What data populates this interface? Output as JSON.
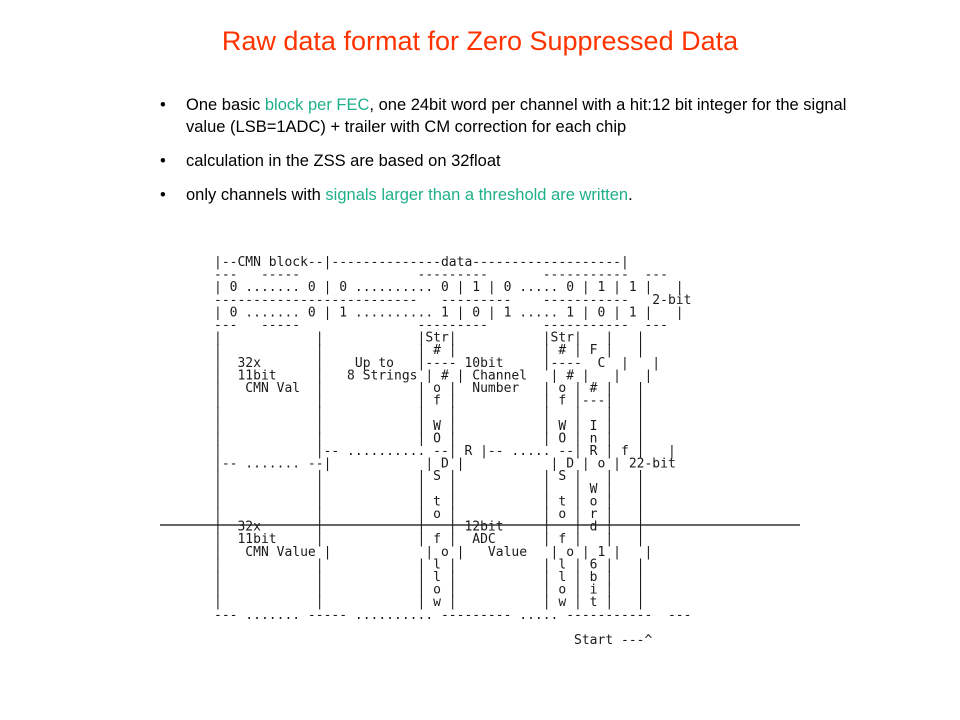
{
  "slide": {
    "title": "Raw data format for Zero Suppressed Data",
    "accent_color": "#ff3300",
    "highlight_color": "#1fb08a"
  },
  "bullets": [
    {
      "symbol": "•",
      "parts": [
        "One basic ",
        "block per FEC",
        ", one 24bit word per channel with a hit:12 bit integer for the signal value (LSB=1ADC) + trailer with CM correction for each chip"
      ]
    },
    {
      "symbol": "•",
      "parts": [
        "calculation in the ZSS are based on 32float"
      ]
    },
    {
      "symbol": "•",
      "parts": [
        " only channels with ",
        "signals larger than a threshold are written",
        "."
      ]
    }
  ],
  "diagram": {
    "lines": [
      "|--CMN block--|--------------data-------------------|",
      "---   -----               ---------       -----------  ---",
      "| 0 ....... 0 | 0 .......... 0 | 1 | 0 ..... 0 | 1 | 1 |   |",
      "--------------------------   ---------    -----------   2-bit",
      "| 0 ....... 0 | 1 .......... 1 | 0 | 1 ..... 1 | 0 | 1 |   |",
      "---   -----               ---------       -----------  ---",
      "|            |            |Str|           |Str|   |   |",
      "|            |            | # |           | # | F |   |",
      "|  32x       |    Up to   |---- 10bit     |----  C  |   |",
      "|  11bit     |   8 Strings | # | Channel   | # |   |   |",
      "|   CMN Val  |            | o |  Number   | o | # |   |",
      "|            |            | f |           | f |---|   |",
      "|            |            |   |           |   |   |   |",
      "|            |            | W |           | W | I |   |",
      "|            |            | O |           | O | n |   |",
      "|            |-- .......... --| R |-- ..... --| R | f |   |",
      "|-- ....... --|            | D |           | D | o | 22-bit",
      "|            |            | S |           | S |   |   |",
      "|            |            |   |           |   | W |   |",
      "|            |            | t |           | t | o |   |",
      "|            |            | o |           | o | r |   |",
      "|  32x       |            |   | 12bit     |   | d |   |",
      "|  11bit     |            | f |  ADC      | f |   |   |",
      "|   CMN Value |            | o |   Value   | o | 1 |   |",
      "|            |            | l |           | l | 6 |   |",
      "|            |            | l |           | l | b |   |",
      "|            |            | o |           | o | i |   |",
      "|            |            | w |           | w | t |   |",
      "--- ....... ----- .......... --------- ..... -----------  ---",
      "",
      "                                              Start ---^"
    ]
  }
}
